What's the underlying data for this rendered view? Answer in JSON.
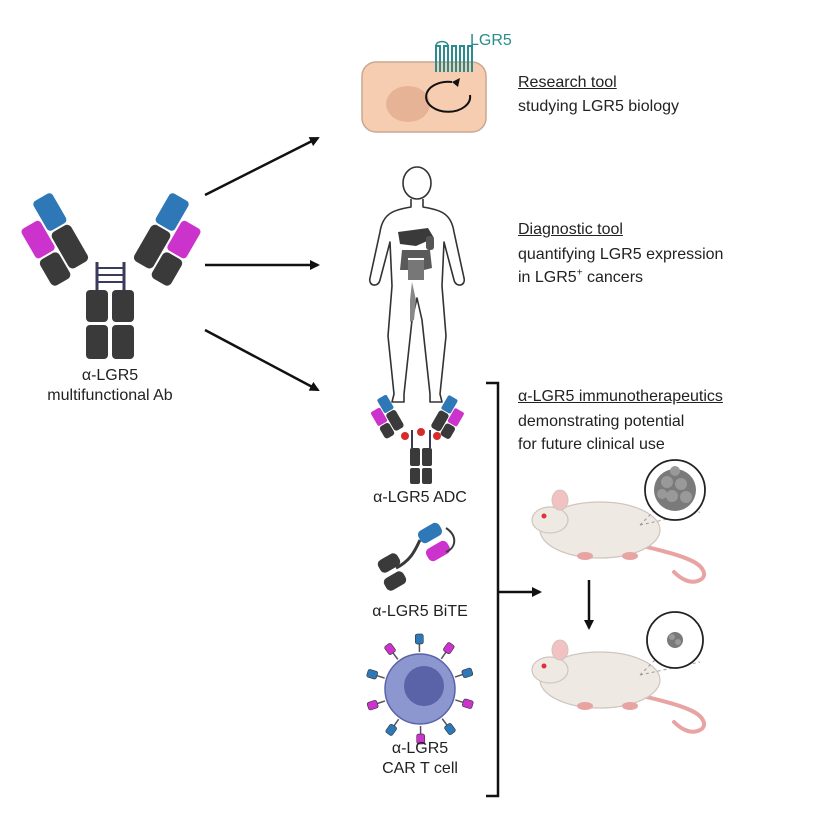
{
  "main_antibody": {
    "label_line1": "α-LGR5",
    "label_line2": "multifunctional Ab"
  },
  "applications": [
    {
      "heading": "Research tool",
      "description_line1": "studying LGR5 biology",
      "receptor_label": "LGR5"
    },
    {
      "heading": "Diagnostic tool",
      "description_line1": "quantifying LGR5 expression",
      "description_line2_prefix": "in LGR5",
      "description_line2_sup": "+",
      "description_line2_suffix": " cancers"
    },
    {
      "heading": "α-LGR5 immunotherapeutics",
      "description_line1": "demonstrating potential",
      "description_line2": "for future clinical use",
      "formats": [
        {
          "label": "α-LGR5 ADC"
        },
        {
          "label": "α-LGR5 BiTE"
        },
        {
          "label_line1": "α-LGR5",
          "label_line2": "CAR T cell"
        }
      ]
    }
  ],
  "colors": {
    "heavy_chain": "#3a3a3a",
    "light_chain_magenta": "#cc33cc",
    "variable_blue": "#2e78b8",
    "cell_fill": "#f6cdb0",
    "receptor_teal": "#2a8c8c",
    "tcell_fill": "#8c97cf",
    "tcell_nucleus": "#5a63a8",
    "mouse_body": "#efe9e4",
    "mouse_tail": "#e8a3a3",
    "tumor_gray": "#7a7a7a",
    "arrow": "#111111"
  }
}
